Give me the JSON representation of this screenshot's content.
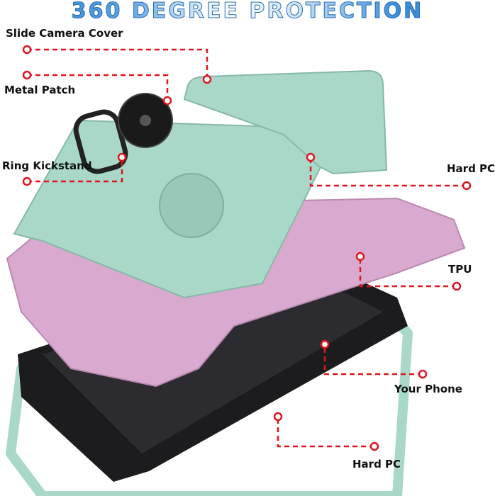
{
  "title": "360 DEGREE PROTECTION",
  "callouts": {
    "slide_camera_cover": "Slide Camera Cover",
    "metal_patch": "Metal Patch",
    "ring_kickstand": "Ring Kickstand",
    "hard_pc_top": "Hard PC",
    "tpu": "TPU",
    "your_phone": "Your Phone",
    "hard_pc_bottom": "Hard PC"
  },
  "colors": {
    "callout_line": "#e0141e",
    "mint": "#a9d8c8",
    "pink": "#d9a9cf",
    "phone": "#1c1c1e",
    "title_blue": "#2b7fd0"
  }
}
